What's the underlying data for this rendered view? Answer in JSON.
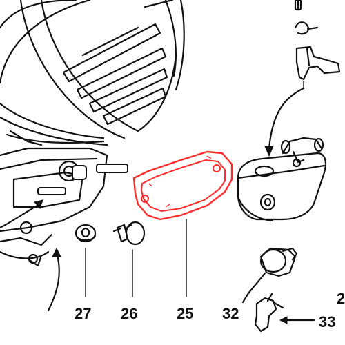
{
  "colors": {
    "ink": "#111111",
    "highlight": "#ff2a2a",
    "background": "#ffffff"
  },
  "labels": {
    "part_27": "27",
    "part_26": "26",
    "part_25": "25",
    "part_32": "32",
    "part_33": "33",
    "part_edge": "2"
  },
  "highlighted_part": "25"
}
